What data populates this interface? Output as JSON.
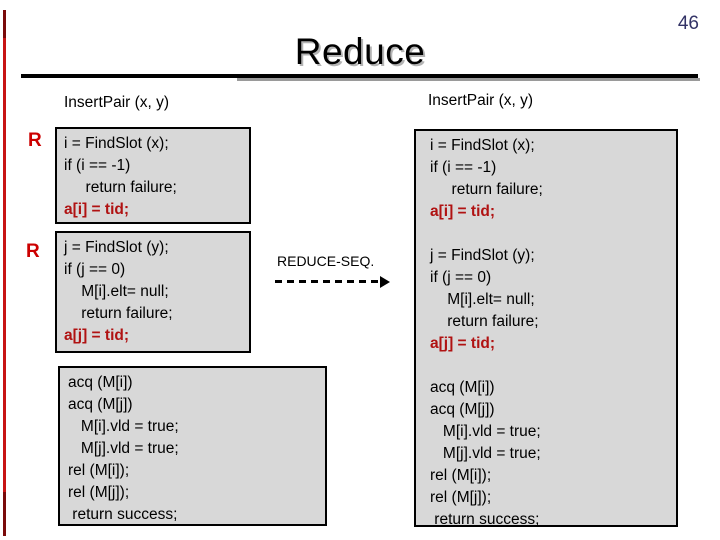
{
  "slide": {
    "page_number": "46",
    "title": "Reduce"
  },
  "left_column": {
    "header": "InsertPair (x, y)",
    "r_labels": [
      "R",
      "R"
    ],
    "block1_lines": [
      "i = FindSlot (x);",
      "if (i == -1)",
      "     return failure;",
      "a[i] = tid;"
    ],
    "block2_lines": [
      "j = FindSlot (y);",
      "if (j == 0)",
      "    M[i].elt= null;",
      "    return failure;",
      "a[j] = tid;"
    ],
    "block3_lines": [
      "acq (M[i])",
      "acq (M[j])",
      "   M[i].vld = true;",
      "   M[j].vld = true;",
      "rel (M[i]);",
      "rel (M[j]);",
      " return success;"
    ]
  },
  "reduce_arrow": {
    "label": "REDUCE-SEQ."
  },
  "right_column": {
    "header": "InsertPair (x, y)",
    "lines": [
      "i = FindSlot (x);",
      "if (i == -1)",
      "     return failure;",
      "a[i] = tid;",
      "",
      "j = FindSlot (y);",
      "if (j == 0)",
      "    M[i].elt= null;",
      "    return failure;",
      "a[j] = tid;",
      "",
      "acq (M[i])",
      "acq (M[j])",
      "   M[i].vld = true;",
      "   M[j].vld = true;",
      "rel (M[i]);",
      "rel (M[j]);",
      " return success;"
    ]
  },
  "colors": {
    "accent_red": "#c81414",
    "code_red": "#b01212",
    "box_fill": "#d8d8d8",
    "page_number_blue": "#333366"
  }
}
